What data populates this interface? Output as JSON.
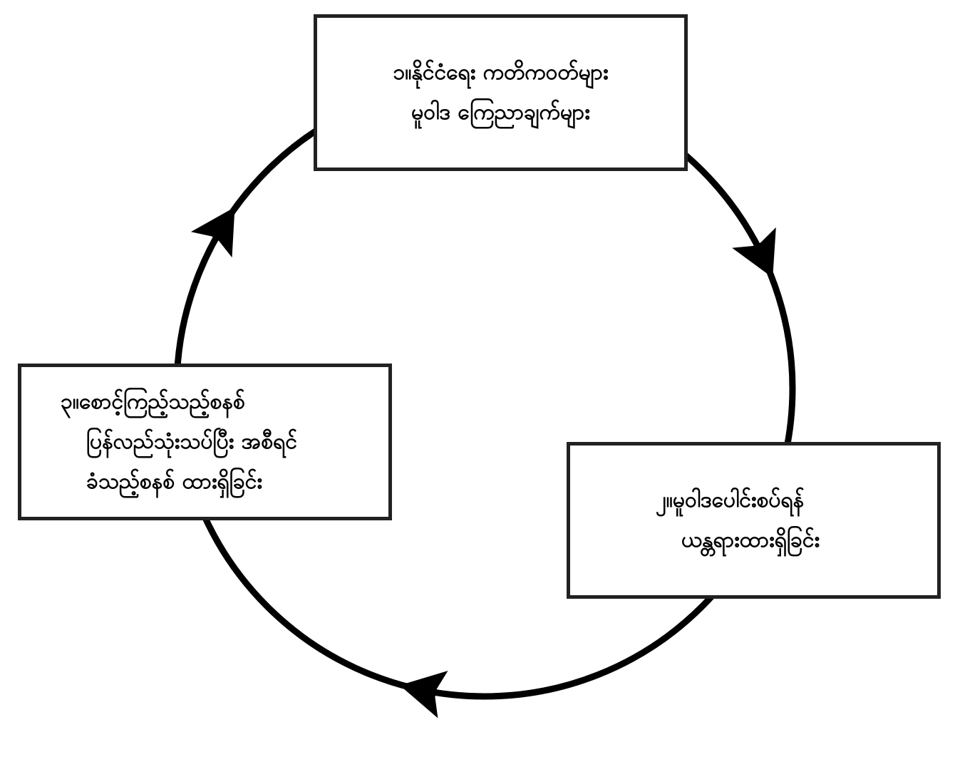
{
  "diagram": {
    "type": "cycle",
    "direction": "clockwise",
    "colors": {
      "stroke": "#000000",
      "box_border": "#222222",
      "background": "#ffffff"
    },
    "steps": [
      {
        "id": "step-1",
        "lines": [
          "၁။နိုင်ငံရေး ကတိကဝတ်များ",
          "မူဝါဒ ကြေညာချက်များ"
        ]
      },
      {
        "id": "step-2",
        "lines": [
          "၂။မူဝါဒပေါင်းစပ်ရန်",
          "ယန္တရားထားရှိခြင်း"
        ]
      },
      {
        "id": "step-3",
        "lines": [
          "၃။စောင့်ကြည့်သည့်စနစ်",
          "ပြန်လည်သုံးသပ်ပြီး အစီရင်",
          "ခံသည့်စနစ် ထားရှိခြင်း"
        ]
      }
    ],
    "arrows": [
      {
        "from": "step-1",
        "to": "step-2",
        "icon": "arrowhead-icon"
      },
      {
        "from": "step-2",
        "to": "step-3",
        "icon": "arrowhead-icon"
      },
      {
        "from": "step-3",
        "to": "step-1",
        "icon": "arrowhead-icon"
      }
    ]
  }
}
